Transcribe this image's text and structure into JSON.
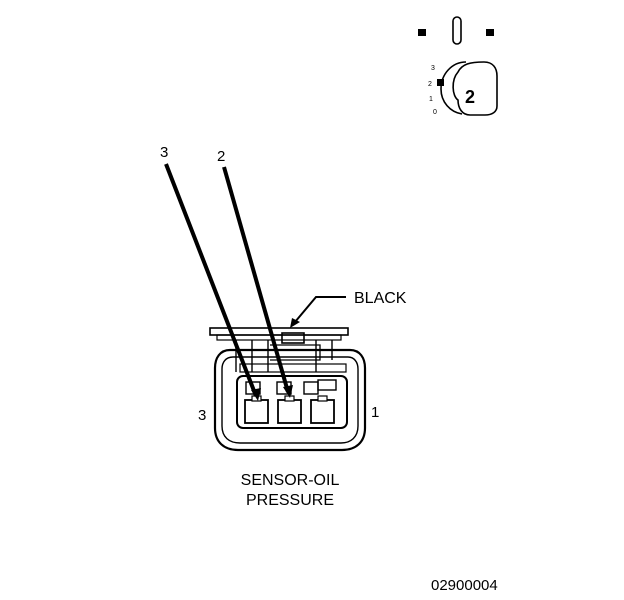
{
  "key_icon": {
    "scale_labels": [
      "3",
      "2",
      "1",
      "0"
    ],
    "position_number": "2"
  },
  "wires": [
    {
      "number": "3"
    },
    {
      "number": "2"
    }
  ],
  "connector": {
    "color_label": "BLACK",
    "pin_labels": {
      "left": "3",
      "right": "1"
    },
    "name_line1": "SENSOR-OIL",
    "name_line2": "PRESSURE"
  },
  "figure_id": "02900004"
}
